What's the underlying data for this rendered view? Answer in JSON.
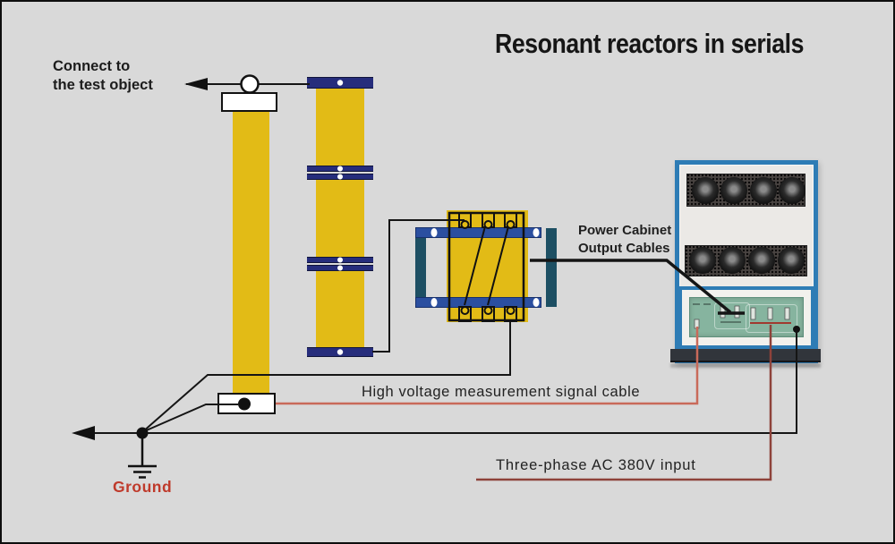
{
  "title": "Resonant reactors in serials",
  "annotations": {
    "connect_to_test_object": "Connect to\nthe test object",
    "power_cabinet_output_cables": "Power Cabinet\nOutput Cables",
    "hv_measurement_cable": "High voltage measurement signal cable",
    "three_phase_input": "Three-phase AC 380V input",
    "ground": "Ground"
  },
  "colors": {
    "bg": "#d9d9d9",
    "ink": "#1c1c1c",
    "yellow": "#e2bb16",
    "navy": "#262d7c",
    "blue_bar": "#2b4fa0",
    "teal": "#1d4f63",
    "cabinet_blue": "#2e7cb5",
    "cabinet_panel": "#ebe9e6",
    "grille": "#3a3634",
    "green_panel": "#86b49f",
    "base": "#31353b",
    "red_cable": "#c96a5a",
    "maroon_cable": "#8e423a",
    "red_text": "#bf3a2b"
  }
}
